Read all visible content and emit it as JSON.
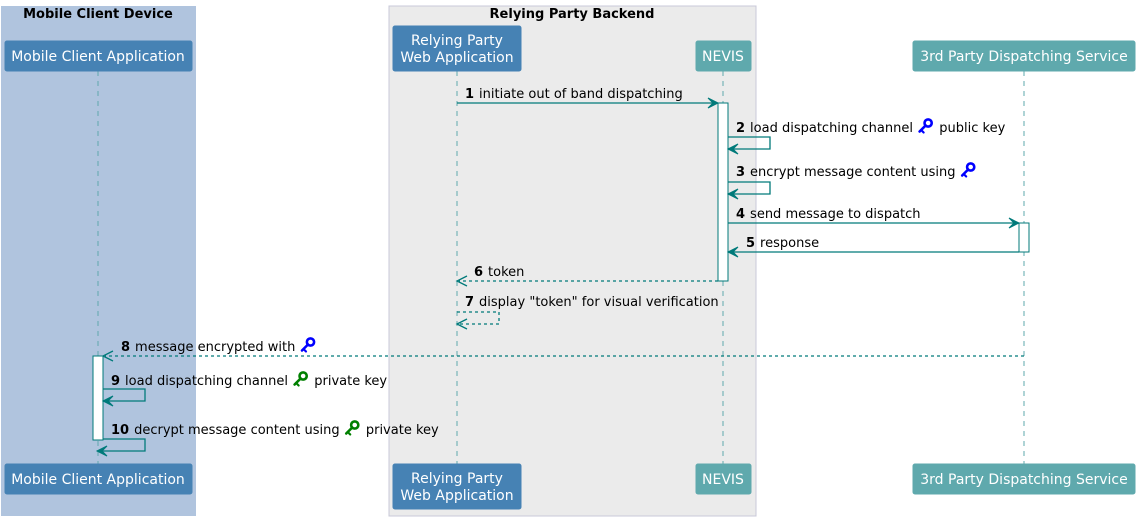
{
  "groups": [
    {
      "title": "Mobile Client Device"
    },
    {
      "title": "Relying Party Backend"
    }
  ],
  "participants": [
    {
      "id": "mobile",
      "lines": [
        "Mobile Client Application"
      ]
    },
    {
      "id": "webapp",
      "lines": [
        "Relying Party",
        "Web Application"
      ]
    },
    {
      "id": "nevis",
      "lines": [
        "NEVIS"
      ]
    },
    {
      "id": "dispatch",
      "lines": [
        "3rd Party Dispatching Service"
      ]
    }
  ],
  "messages": [
    {
      "num": "1",
      "from": "webapp",
      "to": "nevis",
      "style": "solid",
      "parts": [
        {
          "text": "initiate out of band dispatching"
        }
      ]
    },
    {
      "num": "2",
      "from": "nevis",
      "to": "nevis",
      "style": "solid",
      "parts": [
        {
          "text": "load dispatching channel "
        },
        {
          "icon": "key-icon",
          "color": "#0000ff"
        },
        {
          "text": " public key"
        }
      ]
    },
    {
      "num": "3",
      "from": "nevis",
      "to": "nevis",
      "style": "solid",
      "parts": [
        {
          "text": "encrypt message content using "
        },
        {
          "icon": "key-icon",
          "color": "#0000ff"
        }
      ]
    },
    {
      "num": "4",
      "from": "nevis",
      "to": "dispatch",
      "style": "solid",
      "parts": [
        {
          "text": "send message to dispatch"
        }
      ]
    },
    {
      "num": "5",
      "from": "dispatch",
      "to": "nevis",
      "style": "solid",
      "parts": [
        {
          "text": "response"
        }
      ]
    },
    {
      "num": "6",
      "from": "nevis",
      "to": "webapp",
      "style": "dashed",
      "parts": [
        {
          "text": "token"
        }
      ]
    },
    {
      "num": "7",
      "from": "webapp",
      "to": "webapp",
      "style": "dashed",
      "parts": [
        {
          "text": "display \"token\" for visual verification"
        }
      ]
    },
    {
      "num": "8",
      "from": "dispatch",
      "to": "mobile",
      "style": "dashed",
      "parts": [
        {
          "text": "message encrypted with "
        },
        {
          "icon": "key-icon",
          "color": "#0000ff"
        }
      ]
    },
    {
      "num": "9",
      "from": "mobile",
      "to": "mobile",
      "style": "solid",
      "parts": [
        {
          "text": "load dispatching channel "
        },
        {
          "icon": "key-icon",
          "color": "#008000"
        },
        {
          "text": " private key"
        }
      ]
    },
    {
      "num": "10",
      "from": "mobile",
      "to": "mobile",
      "style": "solid",
      "parts": [
        {
          "text": "decrypt message content using "
        },
        {
          "icon": "key-icon",
          "color": "#008000"
        },
        {
          "text": " private key"
        }
      ]
    }
  ],
  "colors": {
    "participant_blue": "#4682b4",
    "participant_teal": "#5fa9ad",
    "arrow": "#007a7a",
    "group_mobile_bg": "#b0c4de",
    "group_backend_bg": "#ebebeb",
    "lifeline": "#5fa9ad",
    "activation_fill": "#ffffff",
    "activation_stroke": "#007a7a"
  }
}
